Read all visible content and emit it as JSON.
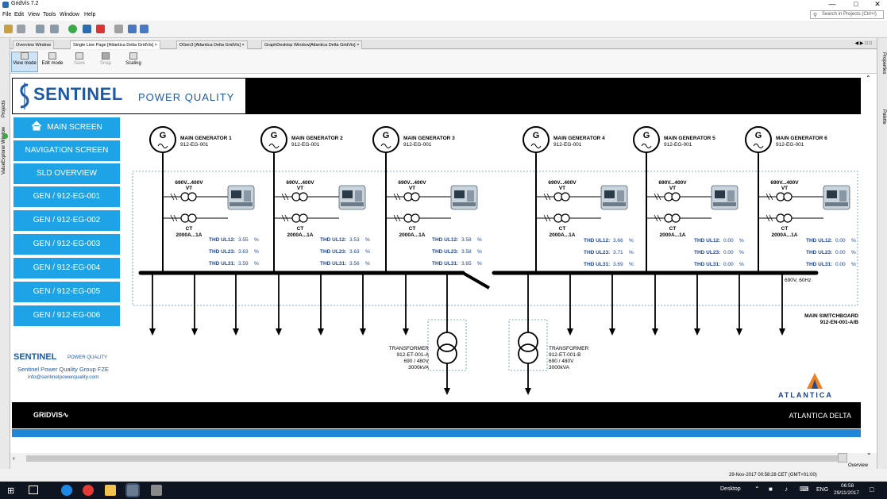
{
  "window": {
    "title": "GridVis 7.2"
  },
  "menu": [
    "File",
    "Edit",
    "View",
    "Tools",
    "Window",
    "Help"
  ],
  "search": {
    "placeholder": "Search in Projects (Ctrl+I)"
  },
  "side_left": {
    "projects": "Projects",
    "explorer": "ValueExplorer Window"
  },
  "side_right": {
    "props": "Properties",
    "palette": "Palette"
  },
  "tabs": [
    {
      "label": "Overview Window"
    },
    {
      "label": "Single Line Page [Atlantica Delta GridVis]"
    },
    {
      "label": "DGen3 [Atlantica Delta GridVis]"
    },
    {
      "label": "GraphDesktop Window[Atlantica Delta GridVis]"
    }
  ],
  "modes": {
    "view": "View mode",
    "edit": "Edit mode",
    "save": "Save",
    "snap": "Snap",
    "scaling": "Scaling"
  },
  "logo": {
    "brand": "SENTINEL",
    "sub": "POWER QUALITY"
  },
  "nav": {
    "main": "MAIN SCREEN",
    "navigation": "NAVIGATION SCREEN",
    "sld": "SLD OVERVIEW",
    "gens": [
      "GEN / 912-EG-001",
      "GEN / 912-EG-002",
      "GEN / 912-EG-003",
      "GEN / 912-EG-004",
      "GEN / 912-EG-005",
      "GEN / 912-EG-006"
    ]
  },
  "company": {
    "brand": "SENTINEL",
    "sub": "POWER QUALITY",
    "name": "Sentinel Power Quality Group FZE",
    "email": "info@sentinelpowerquality.com"
  },
  "generators": [
    {
      "name": "MAIN GENERATOR 1",
      "id": "912-EG-001",
      "vt": "690V...400V",
      "ct": "2000A...1A",
      "thd": [
        "3.55",
        "3.63",
        "3.59"
      ]
    },
    {
      "name": "MAIN GENERATOR 2",
      "id": "912-EG-001",
      "vt": "690V...400V",
      "ct": "2000A...1A",
      "thd": [
        "3.53",
        "3.63",
        "3.56"
      ]
    },
    {
      "name": "MAIN GENERATOR 3",
      "id": "912-EG-001",
      "vt": "690V...400V",
      "ct": "2000A...1A",
      "thd": [
        "3.58",
        "3.58",
        "3.65"
      ]
    },
    {
      "name": "MAIN GENERATOR 4",
      "id": "912-EG-001",
      "vt": "690V...400V",
      "ct": "2000A...1A",
      "thd": [
        "3.66",
        "3.71",
        "3.69"
      ]
    },
    {
      "name": "MAIN GENERATOR 5",
      "id": "912-EG-001",
      "vt": "690V...400V",
      "ct": "2000A...1A",
      "thd": [
        "0.00",
        "0.00",
        "0.00"
      ]
    },
    {
      "name": "MAIN GENERATOR 6",
      "id": "912-EG-001",
      "vt": "690V...400V",
      "ct": "2000A...1A",
      "thd": [
        "0.00",
        "0.00",
        "0.00"
      ]
    }
  ],
  "labels": {
    "gen_symbol": "G",
    "vt": "VT",
    "ct": "CT",
    "thd12": "THD UL12:",
    "thd23": "THD UL23:",
    "thd31": "THD UL31:",
    "pct": "%"
  },
  "busbar": {
    "voltage": "690V, 60Hz",
    "switchboard": "MAIN SWITCHBOARD",
    "switchboard_id": "912-EN-001-A/B"
  },
  "transformers": [
    {
      "title": "TRANSFORMER",
      "id": "912-ET-001-A",
      "voltage": "690 / 480V",
      "rating": "3000kVA"
    },
    {
      "title": "TRANSFORMER",
      "id": "912-ET-001-B",
      "voltage": "690 / 480V",
      "rating": "3000kVA"
    }
  ],
  "atlantica": {
    "logo_text": "ATLANTICA"
  },
  "footer": {
    "left": "GRIDVIS",
    "right": "ATLANTICA DELTA"
  },
  "status": {
    "overview": "Overview",
    "timestamp": "29-Nov-2017 00:58:28 CET (GMT+01:00)"
  },
  "taskbar": {
    "desktop": "Desktop",
    "lang": "ENG",
    "time": "06:58",
    "date": "29/11/2017"
  }
}
